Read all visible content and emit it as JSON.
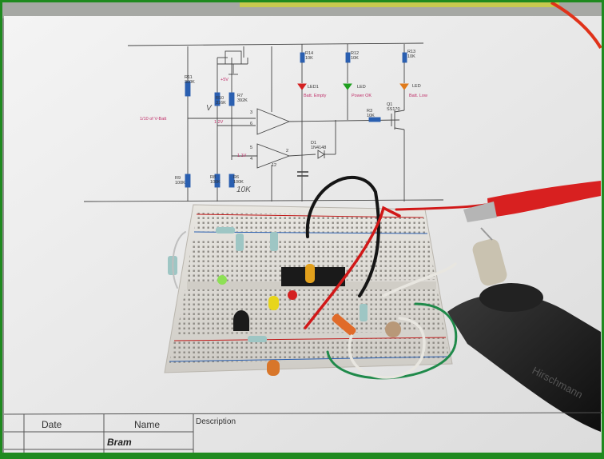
{
  "schematic": {
    "labels": {
      "r11": "R11",
      "r11v": "300K",
      "r10": "R10",
      "r10v": "316K",
      "r7": "R7",
      "r7v": "392K",
      "r9": "R9",
      "r9v": "100K",
      "r8": "R8",
      "r8v": "100K",
      "r6": "R6",
      "r6v": "100K",
      "r14": "R14",
      "r14v": "10K",
      "r12": "R12",
      "r12v": "10K",
      "r13": "R13",
      "r13v": "10K",
      "r3": "R3",
      "r3v": "10K",
      "led1": "LED1",
      "led": "LED",
      "led3": "LED",
      "q1": "Q1",
      "q1v": "SS170",
      "d1": "D1",
      "d1v": "1N4148",
      "plus5v": "+5V",
      "vbatt": "1/10 of V-Batt",
      "v12": "1.2V",
      "v11": "1.1V",
      "batt_empty": "Batt. Empty",
      "power_ok": "Power OK",
      "batt_low": "Batt. Low",
      "pin3": "3",
      "pin2a": "2",
      "pin4": "4",
      "pin5": "5",
      "pin6": "6",
      "pin12": "12",
      "pin2b": "2",
      "hand_10k": "10K",
      "hand_v": "V"
    },
    "title_block": {
      "date_label": "Date",
      "name_label": "Name",
      "description_label": "Description",
      "name_value": "Bram"
    }
  },
  "clip_brand": "Hirschmann",
  "colors": {
    "frame": "#1f8a1f",
    "paper": "#f1f2f2",
    "breadboard": "#e3e1dc",
    "wire_red": "#d11818",
    "wire_green": "#1f8a4a",
    "wire_black": "#151515",
    "wire_white": "#e8e6e0"
  }
}
